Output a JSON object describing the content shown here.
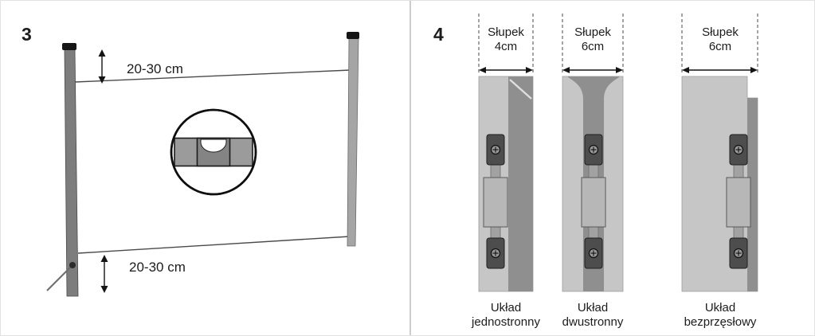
{
  "figure": {
    "left_panel": {
      "step_number": "3",
      "top_dimension_label": "20-30 cm",
      "bottom_dimension_label": "20-30 cm"
    },
    "right_panel": {
      "step_number": "4",
      "columns": [
        {
          "post_label_line1": "Słupek",
          "post_label_line2": "4cm",
          "caption_line1": "Układ",
          "caption_line2": "jednostronny"
        },
        {
          "post_label_line1": "Słupek",
          "post_label_line2": "6cm",
          "caption_line1": "Układ",
          "caption_line2": "dwustronny"
        },
        {
          "post_label_line1": "Słupek",
          "post_label_line2": "6cm",
          "caption_line1": "Układ",
          "caption_line2": "bezprzęsłowy"
        }
      ]
    },
    "colors": {
      "post_light": "#c6c6c6",
      "post_dark": "#8f8f8f",
      "bracket_dark": "#4d4d4d",
      "connector": "#b7b7b7",
      "outline": "#141414"
    }
  }
}
